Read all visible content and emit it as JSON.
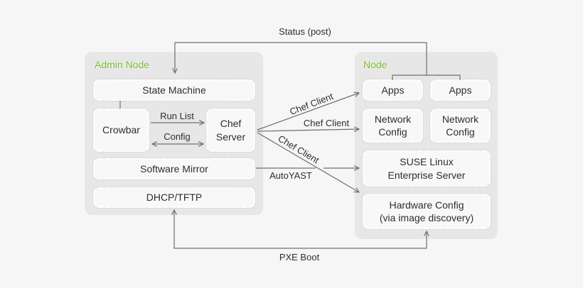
{
  "diagram": {
    "admin_node": {
      "label": "Admin Node",
      "boxes": {
        "state_machine": "State Machine",
        "crowbar": "Crowbar",
        "chef_server": "Chef\nServer",
        "software_mirror": "Software Mirror",
        "dhcp_tftp": "DHCP/TFTP"
      }
    },
    "node": {
      "label": "Node",
      "boxes": {
        "apps_left": "Apps",
        "apps_right": "Apps",
        "network_config_left": "Network\nConfig",
        "network_config_right": "Network\nConfig",
        "sles": "SUSE Linux\nEnterprise Server",
        "hardware_config": "Hardware Config\n(via image discovery)"
      }
    },
    "edges": {
      "status_post": "Status (post)",
      "run_list": "Run List",
      "config": "Config",
      "chef_client_top": "Chef Client",
      "chef_client_mid": "Chef Client",
      "chef_client_bottom": "Chef Client",
      "autoyast": "AutoYAST",
      "pxe_boot": "PXE Boot"
    },
    "colors": {
      "accent_green": "#76b82a",
      "line": "#6f6f6f",
      "text": "#2e2e2e",
      "page_bg": "#f6f6f6",
      "container_bg": "#e7e7e7",
      "box_bg": "#f8f8f8",
      "box_border": "#ffffff"
    }
  }
}
